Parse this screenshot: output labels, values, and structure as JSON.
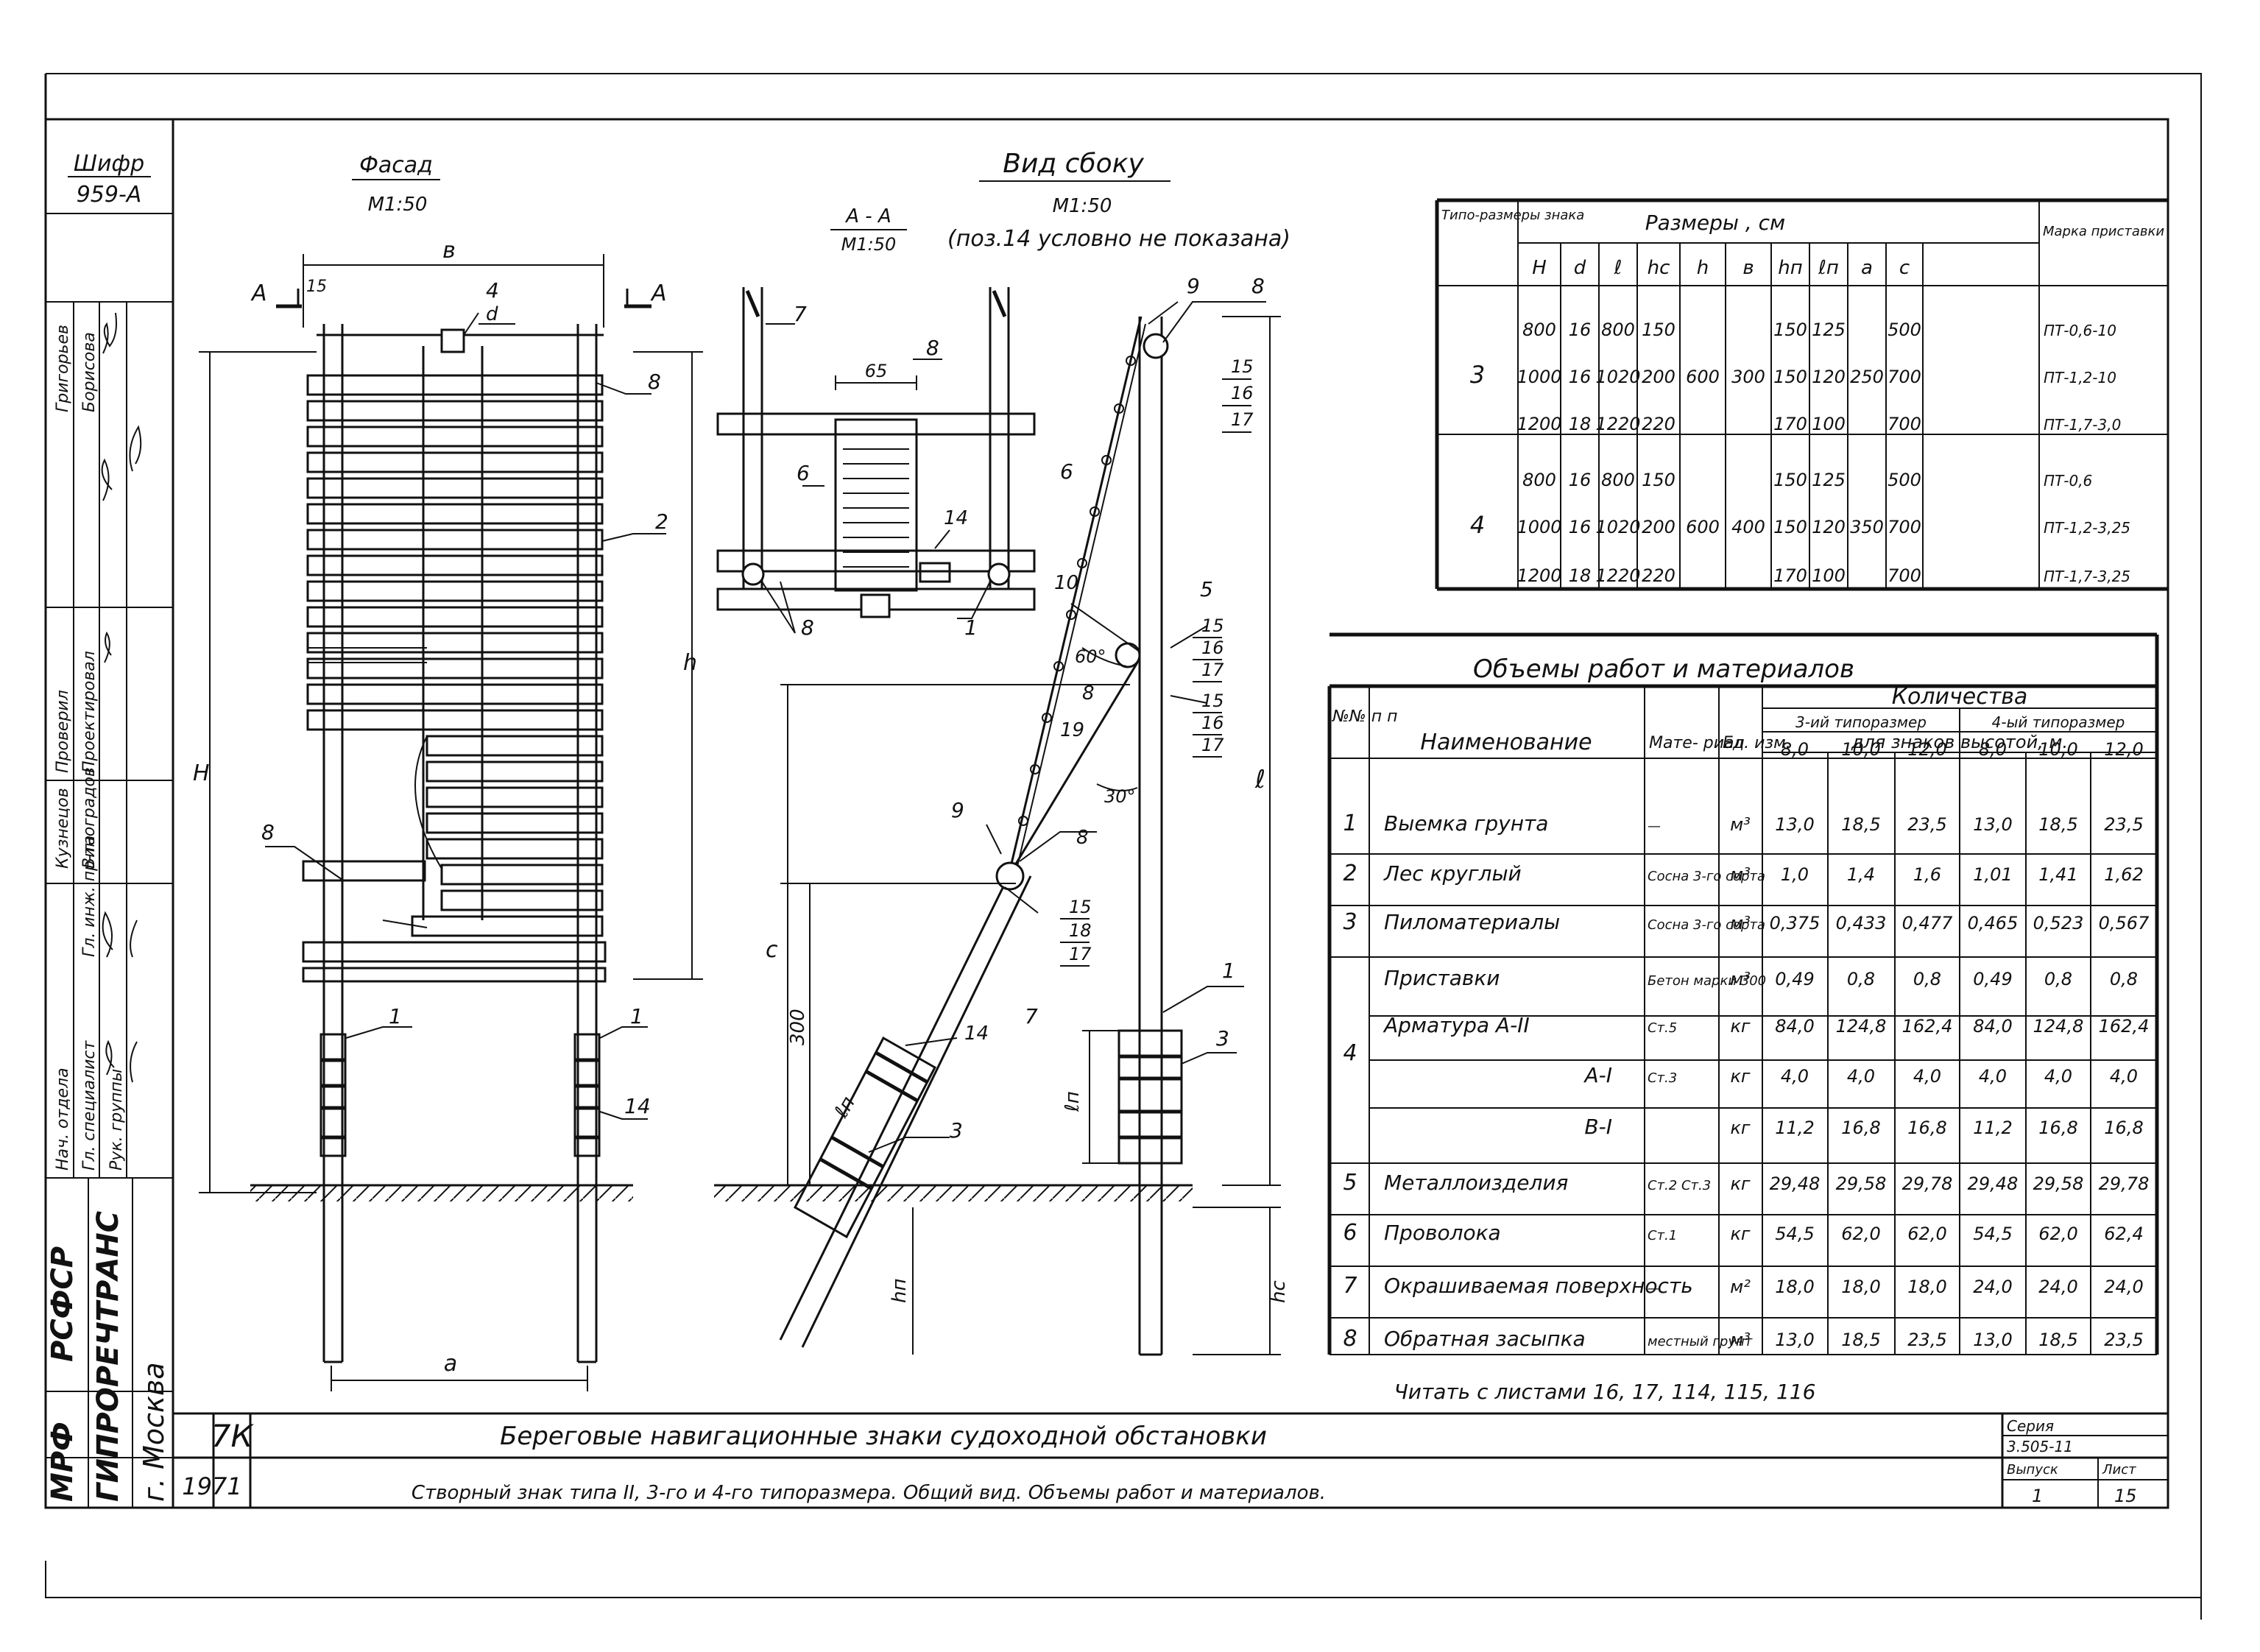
{
  "stamp": {
    "cipher_label": "Шифр",
    "cipher_value": "959-А",
    "roles": [
      "Проверил",
      "Проектировал",
      "Нач. отдела",
      "Гл. специалист",
      "Рук. группы",
      "Гл. инж. пр-та"
    ],
    "names": [
      "Григорьев",
      "Борисова",
      "Кузнецов",
      "Виноградов"
    ],
    "org_1": "МРФ",
    "org_2": "РСФСР",
    "org_3": "ГИПРОРЕЧТРАНС",
    "org_4": "г. Москва",
    "code": "7К",
    "year": "1971"
  },
  "views": {
    "facade_title": "Фасад",
    "facade_scale": "М1:50",
    "side_title": "Вид сбоку",
    "side_scale": "М1:50",
    "section_title": "А - А",
    "section_scale": "М1:50",
    "section_note": "(поз.14 условно не показана)"
  },
  "dims": {
    "b": "в",
    "d": "d",
    "h": "h",
    "H": "Н",
    "a": "а",
    "l": "ℓ",
    "c": "с",
    "hc": "hс",
    "hn": "hп",
    "ln": "ℓп",
    "h300": "300",
    "s65": "65",
    "ang60": "60°",
    "ang30": "30°",
    "A": "А",
    "p15": "15"
  },
  "callouts": {
    "c1": "1",
    "c2": "2",
    "c3": "3",
    "c4": "4",
    "c5": "5",
    "c6": "6",
    "c7": "7",
    "c8": "8",
    "c9": "9",
    "c10": "10",
    "c14": "14",
    "c15": "15",
    "c16": "16",
    "c17": "17",
    "c18": "18",
    "c19": "19"
  },
  "dims_table": {
    "h_type": "Типо-размеры знака",
    "h_sizes": "Размеры , см",
    "h_mark": "Марка приставки",
    "cols": [
      "Н",
      "d",
      "ℓ",
      "hс",
      "h",
      "в",
      "hп",
      "ℓп",
      "а",
      "с"
    ],
    "rows": [
      [
        "800",
        "16",
        "800",
        "150",
        "150",
        "125",
        "500",
        "ПТ-0,6-10"
      ],
      [
        "1000",
        "16",
        "1020",
        "200",
        "150",
        "120",
        "700",
        "ПТ-1,2-10"
      ],
      [
        "1200",
        "18",
        "1220",
        "220",
        "170",
        "100",
        "700",
        "ПТ-1,7-3,0"
      ],
      [
        "800",
        "16",
        "800",
        "150",
        "150",
        "125",
        "500",
        "ПТ-0,6"
      ],
      [
        "1000",
        "16",
        "1020",
        "200",
        "150",
        "120",
        "700",
        "ПТ-1,2-3,25"
      ],
      [
        "1200",
        "18",
        "1220",
        "220",
        "170",
        "100",
        "700",
        "ПТ-1,7-3,25"
      ]
    ],
    "groups": [
      {
        "type": "3",
        "h": "600",
        "b": "300",
        "a": "250"
      },
      {
        "type": "4",
        "h": "600",
        "b": "400",
        "a": "350"
      }
    ]
  },
  "vol_table": {
    "title": "Объемы работ и материалов",
    "h_no": "№№ п п",
    "h_name": "Наименование",
    "h_mat": "Мате- риал",
    "h_unit": "Ед. изм.",
    "h_qty": "Количества",
    "h_t3": "3-ий типоразмер",
    "h_t4": "4-ый типоразмер",
    "h_heights": "для знаков высотой, м.",
    "heights": [
      "8,0",
      "10,0",
      "12,0",
      "8,0",
      "10,0",
      "12,0"
    ],
    "rows": [
      {
        "no": "1",
        "name": "Выемка грунта",
        "mat": "—",
        "unit": "м³",
        "v": [
          "13,0",
          "18,5",
          "23,5",
          "13,0",
          "18,5",
          "23,5"
        ]
      },
      {
        "no": "2",
        "name": "Лес круглый",
        "mat": "Сосна 3-го сорта",
        "unit": "м³",
        "v": [
          "1,0",
          "1,4",
          "1,6",
          "1,01",
          "1,41",
          "1,62"
        ]
      },
      {
        "no": "3",
        "name": "Пиломатериалы",
        "mat": "Сосна 3-го сорта",
        "unit": "м³",
        "v": [
          "0,375",
          "0,433",
          "0,477",
          "0,465",
          "0,523",
          "0,567"
        ]
      },
      {
        "no": "",
        "name": "Приставки",
        "mat": "Бетон марки 300",
        "unit": "м³",
        "v": [
          "0,49",
          "0,8",
          "0,8",
          "0,49",
          "0,8",
          "0,8"
        ]
      },
      {
        "no": "4",
        "name": "Арматура А-II",
        "mat": "Ст.5",
        "unit": "кг",
        "v": [
          "84,0",
          "124,8",
          "162,4",
          "84,0",
          "124,8",
          "162,4"
        ]
      },
      {
        "no": "",
        "name": "А-I",
        "mat": "Ст.3",
        "unit": "кг",
        "v": [
          "4,0",
          "4,0",
          "4,0",
          "4,0",
          "4,0",
          "4,0"
        ]
      },
      {
        "no": "",
        "name": "В-I",
        "mat": "",
        "unit": "кг",
        "v": [
          "11,2",
          "16,8",
          "16,8",
          "11,2",
          "16,8",
          "16,8"
        ]
      },
      {
        "no": "5",
        "name": "Металлоизделия",
        "mat": "Ст.2 Ст.3",
        "unit": "кг",
        "v": [
          "29,48",
          "29,58",
          "29,78",
          "29,48",
          "29,58",
          "29,78"
        ]
      },
      {
        "no": "6",
        "name": "Проволока",
        "mat": "Ст.1",
        "unit": "кг",
        "v": [
          "54,5",
          "62,0",
          "62,0",
          "54,5",
          "62,0",
          "62,4"
        ]
      },
      {
        "no": "7",
        "name": "Окрашиваемая поверхность",
        "mat": "—",
        "unit": "м²",
        "v": [
          "18,0",
          "18,0",
          "18,0",
          "24,0",
          "24,0",
          "24,0"
        ]
      },
      {
        "no": "8",
        "name": "Обратная засыпка",
        "mat": "местный грунт",
        "unit": "м³",
        "v": [
          "13,0",
          "18,5",
          "23,5",
          "13,0",
          "18,5",
          "23,5"
        ]
      }
    ]
  },
  "footer": {
    "note": "Читать с листами 16, 17, 114, 115, 116",
    "title_1": "Береговые навигационные знаки судоходной обстановки",
    "title_2": "Створный знак типа II, 3-го и 4-го типоразмера. Общий вид. Объемы работ и материалов.",
    "series_label": "Серия",
    "series_value": "3.505-11",
    "issue_label": "Выпуск",
    "issue_value": "1",
    "sheet_label": "Лист",
    "sheet_value": "15"
  }
}
